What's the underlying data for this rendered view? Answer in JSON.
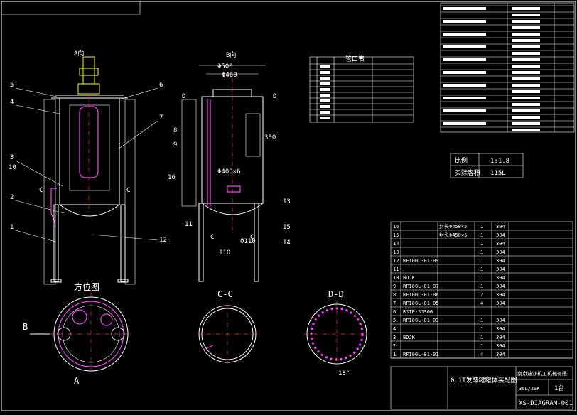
{
  "views": {
    "view_a_title": "A向",
    "view_b_title": "B向",
    "azimuth_title": "方位图",
    "section_cc": "C-C",
    "section_dd": "D-D",
    "marker_a": "A",
    "marker_b": "B",
    "marker_c": "C",
    "marker_d": "D"
  },
  "dimensions": {
    "d500": "Φ500",
    "d460": "Φ460",
    "d400": "Φ400×6",
    "d110": "Φ110",
    "w110": "110",
    "h300": "300",
    "angle": "18°"
  },
  "part_callouts": [
    "1",
    "2",
    "3",
    "4",
    "5",
    "6",
    "7",
    "8",
    "9",
    "10",
    "11",
    "12",
    "13",
    "14",
    "15",
    "16"
  ],
  "nozzle_table_title": "管口表",
  "scale_box": {
    "label1": "比例",
    "value1": "1:1.8",
    "label2": "实际容积",
    "value2": "115L"
  },
  "bom": {
    "rows": [
      {
        "no": "16",
        "code": "",
        "name": "封头Φ450×5",
        "qty": "1",
        "mat": "304"
      },
      {
        "no": "15",
        "code": "",
        "name": "封头Φ450×5",
        "qty": "1",
        "mat": "304"
      },
      {
        "no": "14",
        "code": "",
        "name": "",
        "qty": "1",
        "mat": "304"
      },
      {
        "no": "13",
        "code": "",
        "name": "",
        "qty": "1",
        "mat": "304"
      },
      {
        "no": "12",
        "code": "RF100L-01-09",
        "name": "",
        "qty": "1",
        "mat": "304"
      },
      {
        "no": "11",
        "code": "",
        "name": "",
        "qty": "1",
        "mat": "304"
      },
      {
        "no": "10",
        "code": "BDJK",
        "name": "",
        "qty": "1",
        "mat": "304"
      },
      {
        "no": "9",
        "code": "RF100L-01-07",
        "name": "",
        "qty": "1",
        "mat": "304"
      },
      {
        "no": "8",
        "code": "RF100L-01-06",
        "name": "",
        "qty": "2",
        "mat": "304"
      },
      {
        "no": "7",
        "code": "RF100L-01-05",
        "name": "",
        "qty": "4",
        "mat": "304"
      },
      {
        "no": "6",
        "code": "RJTP-SJ300",
        "name": "",
        "qty": "",
        "mat": ""
      },
      {
        "no": "5",
        "code": "RF100L-01-03",
        "name": "",
        "qty": "1",
        "mat": "304"
      },
      {
        "no": "4",
        "code": "",
        "name": "",
        "qty": "1",
        "mat": "304"
      },
      {
        "no": "3",
        "code": "BDJK",
        "name": "",
        "qty": "1",
        "mat": "304"
      },
      {
        "no": "2",
        "code": "",
        "name": "",
        "qty": "1",
        "mat": "304"
      },
      {
        "no": "1",
        "code": "RF100L-01-01",
        "name": "",
        "qty": "4",
        "mat": "304"
      }
    ]
  },
  "title_block": {
    "drawing_title": "0.1T发酵罐罐体装配图",
    "company": "南京迪沙机工机械有限",
    "weight": "36L/20K",
    "quantity": "1台",
    "drawing_no": "XS-DIAGRAM-001"
  }
}
